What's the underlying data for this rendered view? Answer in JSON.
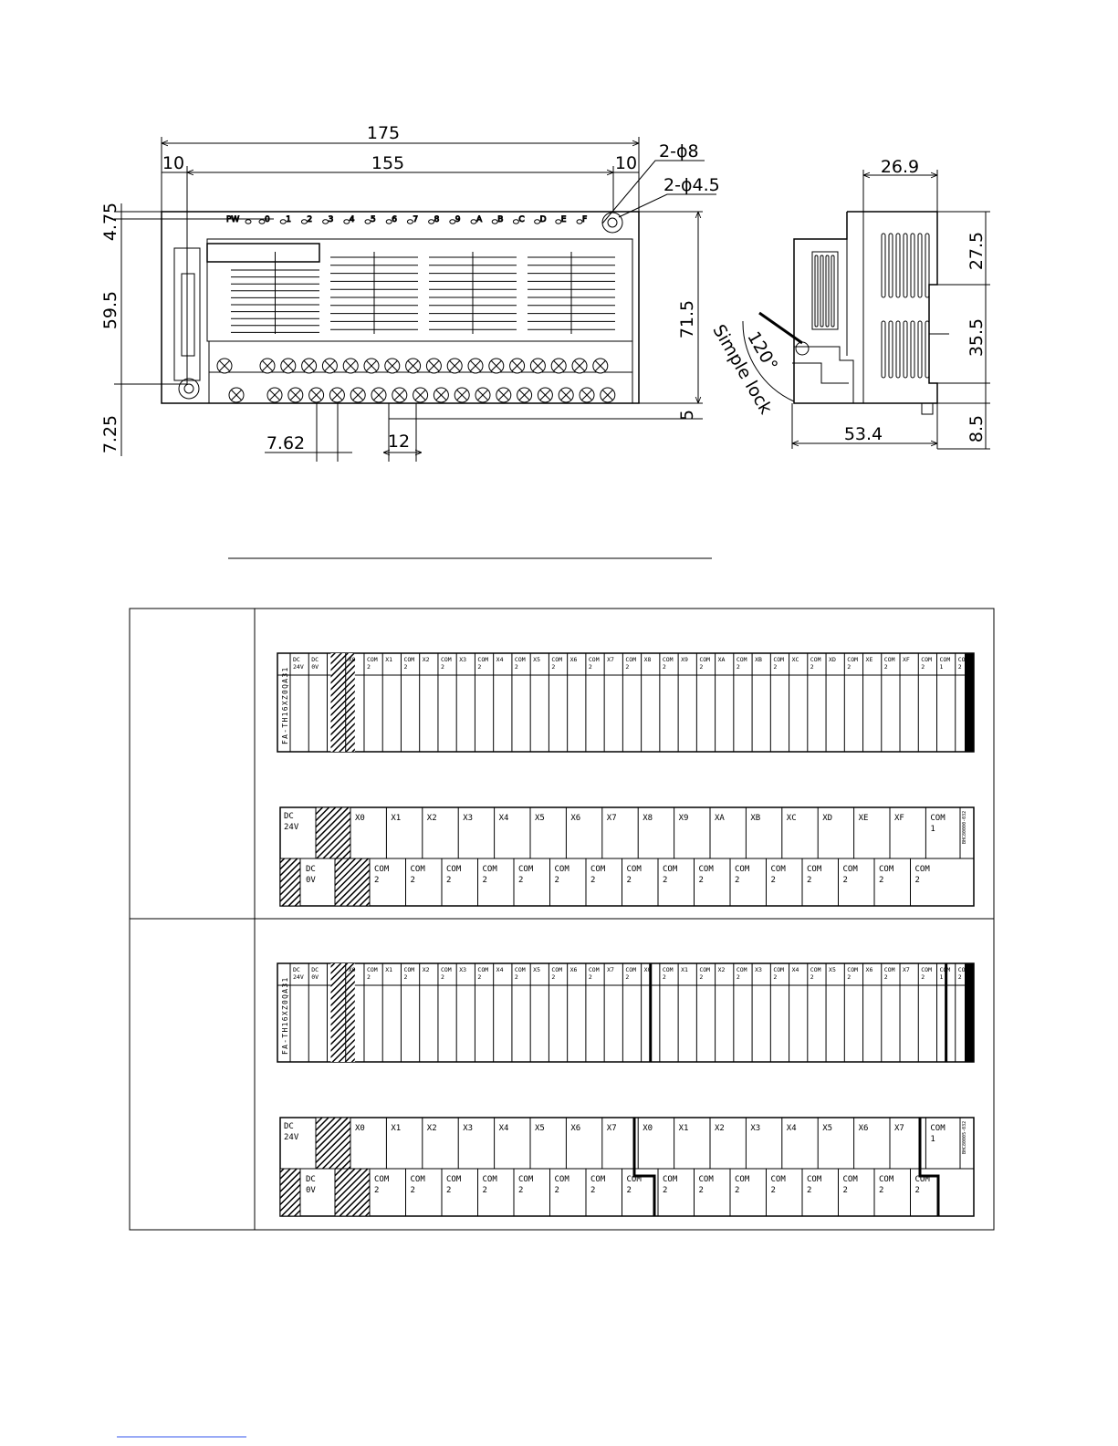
{
  "front_view": {
    "dims": {
      "overall_width": "175",
      "pitch_width": "155",
      "left_margin": "10",
      "right_margin": "10",
      "hole_large": "2-ϕ8",
      "hole_small": "2-ϕ4.5",
      "top_offset": "4.75",
      "upper_height": "59.5",
      "bottom_offset": "7.25",
      "total_height": "71.5",
      "rail_offset": "5",
      "terminal_pitch": "7.62",
      "tab_width": "12"
    },
    "led_labels": [
      "PW",
      "0",
      "1",
      "2",
      "3",
      "4",
      "5",
      "6",
      "7",
      "8",
      "9",
      "A",
      "B",
      "C",
      "D",
      "E",
      "F"
    ]
  },
  "side_view": {
    "dims": {
      "top_width": "26.9",
      "bottom_width": "53.4",
      "upper": "27.5",
      "middle": "35.5",
      "lower": "8.5"
    },
    "angle_label": "120°",
    "lock_label": "Simple lock"
  },
  "table": {
    "row1": {
      "model_label": "FA-TH16XZ0QA31",
      "label_strip": [
        "DC 24V",
        "DC 0V",
        "",
        "X0",
        "COM 2",
        "X1",
        "COM 2",
        "X2",
        "COM 2",
        "X3",
        "COM 2",
        "X4",
        "COM 2",
        "X5",
        "COM 2",
        "X6",
        "COM 2",
        "X7",
        "COM 2",
        "X8",
        "COM 2",
        "X9",
        "COM 2",
        "XA",
        "COM 2",
        "XB",
        "COM 2",
        "XC",
        "COM 2",
        "XD",
        "COM 2",
        "XE",
        "COM 2",
        "XF",
        "COM 2",
        "COM 1",
        "COM 2"
      ],
      "top_row": [
        "DC 24V",
        "",
        "X0",
        "X1",
        "X2",
        "X3",
        "X4",
        "X5",
        "X6",
        "X7",
        "X8",
        "X9",
        "XA",
        "XB",
        "XC",
        "XD",
        "XE",
        "XF",
        "COM 1"
      ],
      "bottom_row": [
        "",
        "DC 0V",
        "",
        "COM 2",
        "COM 2",
        "COM 2",
        "COM 2",
        "COM 2",
        "COM 2",
        "COM 2",
        "COM 2",
        "COM 2",
        "COM 2",
        "COM 2",
        "COM 2",
        "COM 2",
        "COM 2",
        "COM 2",
        "COM 2"
      ],
      "code_label": "BHC80000-032"
    },
    "row2": {
      "model_label": "FA-TH16XZ0QA31",
      "label_strip": [
        "DC 24V",
        "DC 0V",
        "",
        "X0",
        "COM 2",
        "X1",
        "COM 2",
        "X2",
        "COM 2",
        "X3",
        "COM 2",
        "X4",
        "COM 2",
        "X5",
        "COM 2",
        "X6",
        "COM 2",
        "X7",
        "COM 2",
        "X0",
        "COM 2",
        "X1",
        "COM 2",
        "X2",
        "COM 2",
        "X3",
        "COM 2",
        "X4",
        "COM 2",
        "X5",
        "COM 2",
        "X6",
        "COM 2",
        "X7",
        "COM 2",
        "COM 1",
        "COM 2"
      ],
      "top_row": [
        "DC 24V",
        "",
        "X0",
        "X1",
        "X2",
        "X3",
        "X4",
        "X5",
        "X6",
        "X7",
        "X0",
        "X1",
        "X2",
        "X3",
        "X4",
        "X5",
        "X6",
        "X7",
        "COM 1"
      ],
      "bottom_row": [
        "",
        "DC 0V",
        "",
        "COM 2",
        "COM 2",
        "COM 2",
        "COM 2",
        "COM 2",
        "COM 2",
        "COM 2",
        "COM 2",
        "COM 2",
        "COM 2",
        "COM 2",
        "COM 2",
        "COM 2",
        "COM 2",
        "COM 2",
        "COM 2"
      ],
      "code_label": "BHC80005-032"
    }
  }
}
